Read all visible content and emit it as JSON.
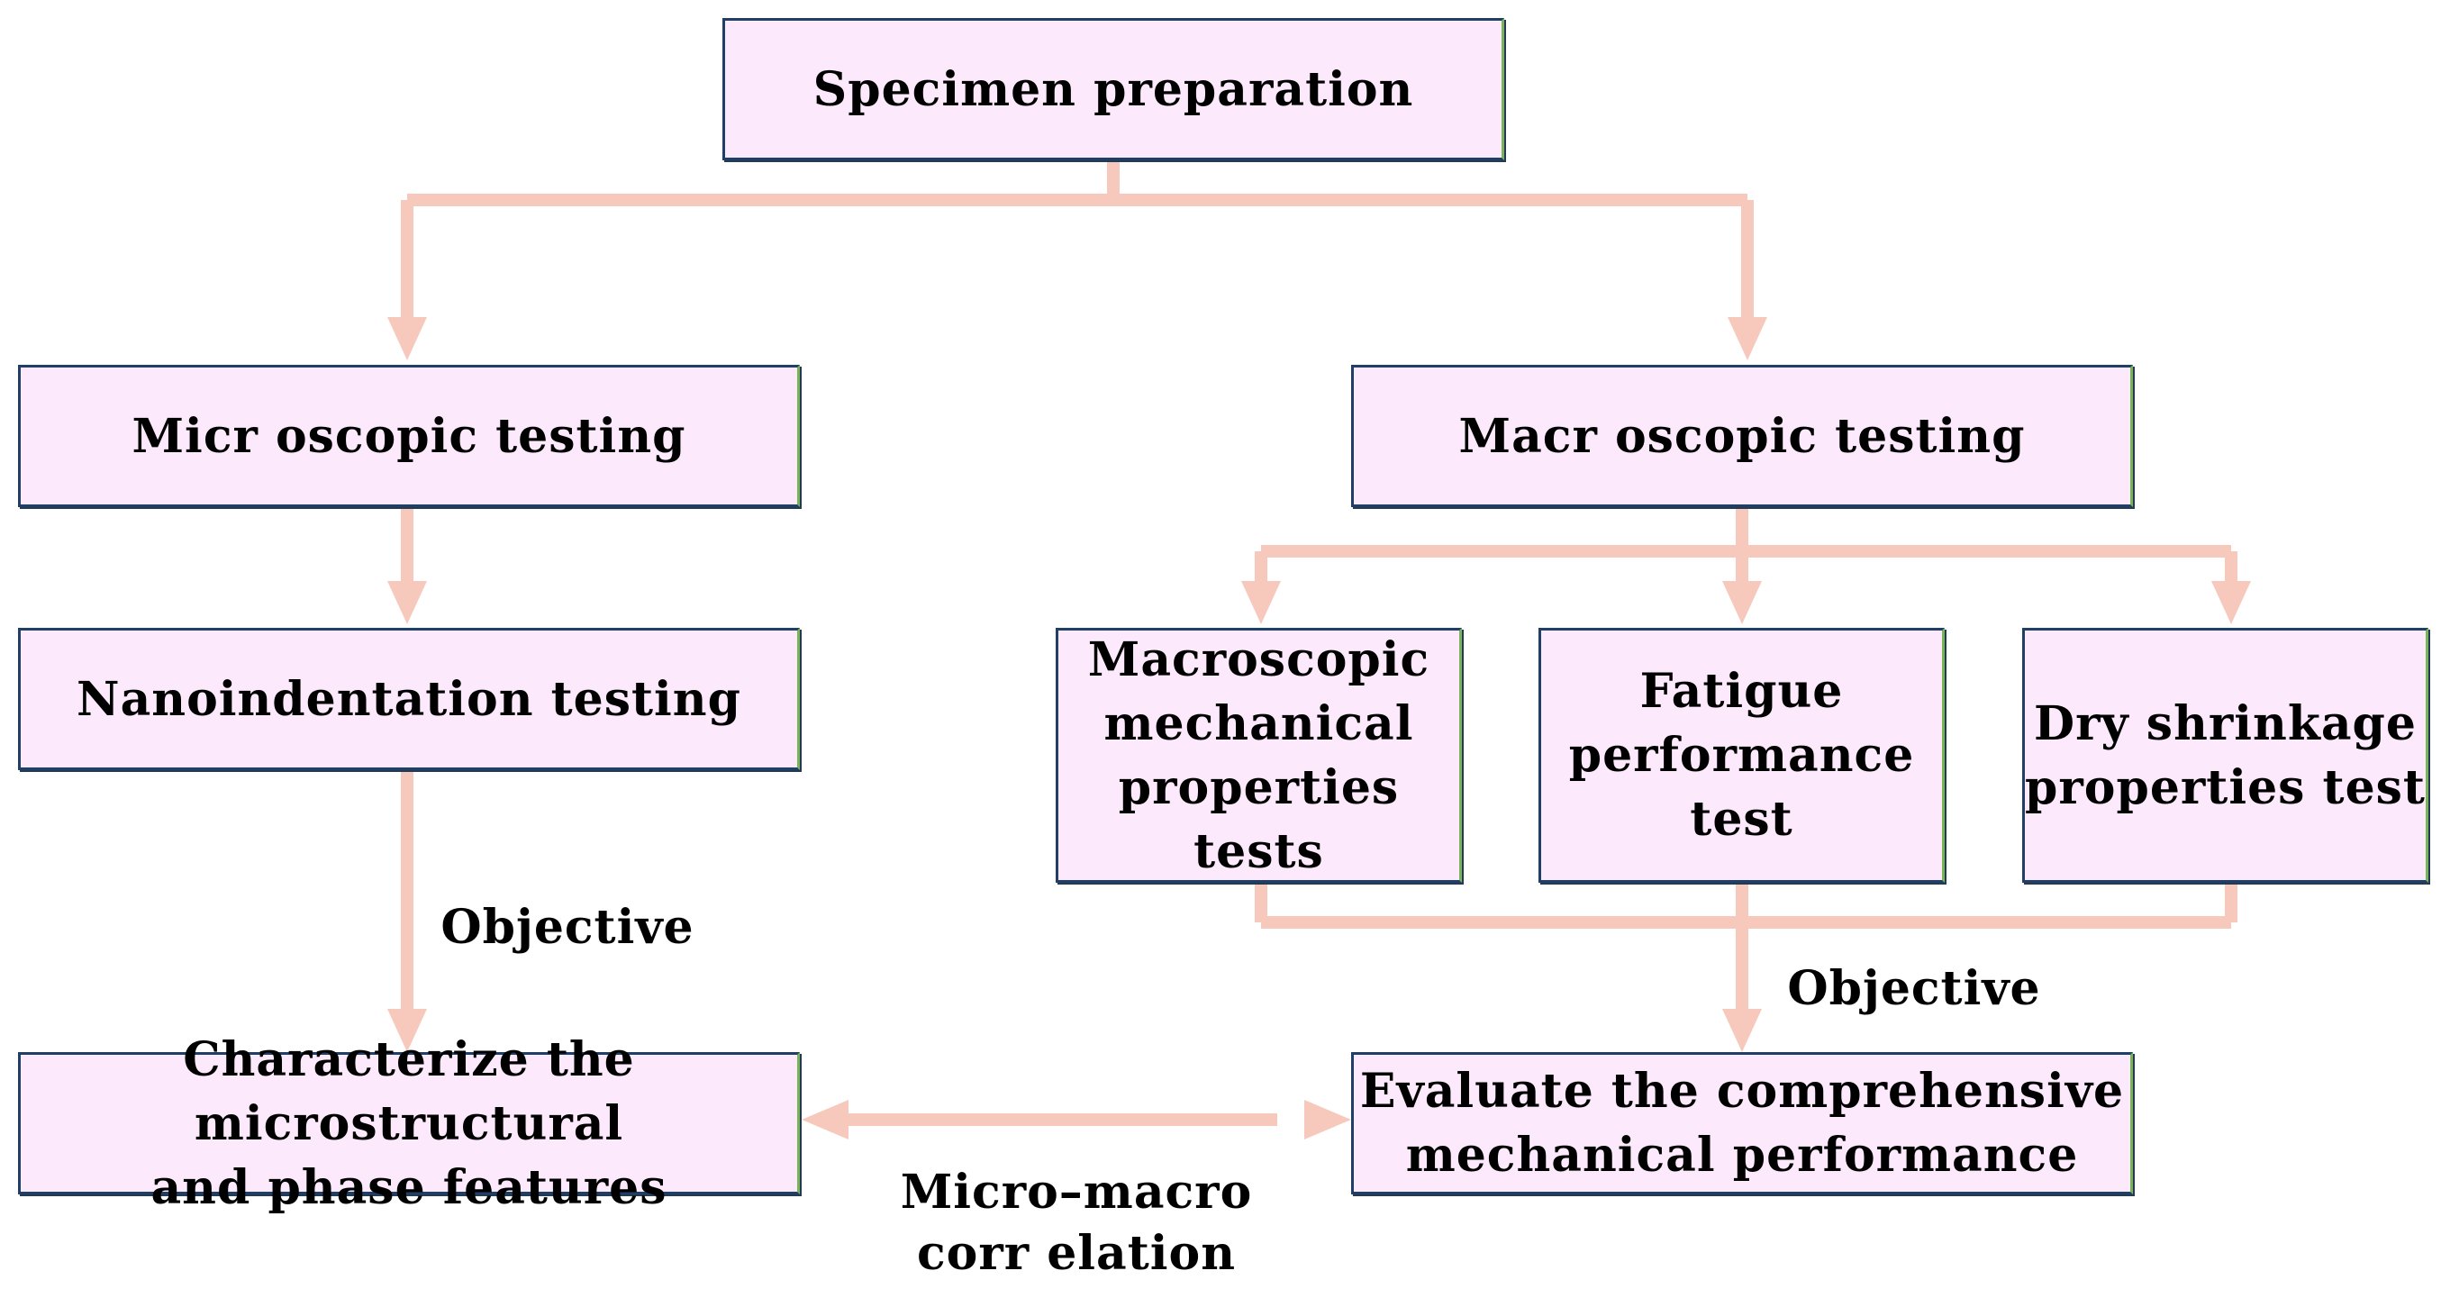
{
  "colors": {
    "box_fill": "#fce9fb",
    "box_border": "#1f3f66",
    "connector": "#f7c9bd",
    "text": "#000000"
  },
  "nodes": {
    "specimen_preparation": "Specimen preparation",
    "microscopic_testing": "Micr oscopic testing",
    "macroscopic_testing": "Macr oscopic testing",
    "nanoindentation_testing": "Nanoindentation testing",
    "macroscopic_mechanical": "Macroscopic\nmechanical\nproperties tests",
    "fatigue_performance": "Fatigue\nperformance\ntest",
    "dry_shrinkage": "Dry shrinkage\nproperties test",
    "characterize": "Characterize the microstructural\nand phase features",
    "evaluate": "Evaluate the comprehensive\nmechanical performance"
  },
  "edge_labels": {
    "objective_left": "Objective",
    "objective_right": "Objective",
    "correlation": "Micro–macro\ncorr elation"
  }
}
